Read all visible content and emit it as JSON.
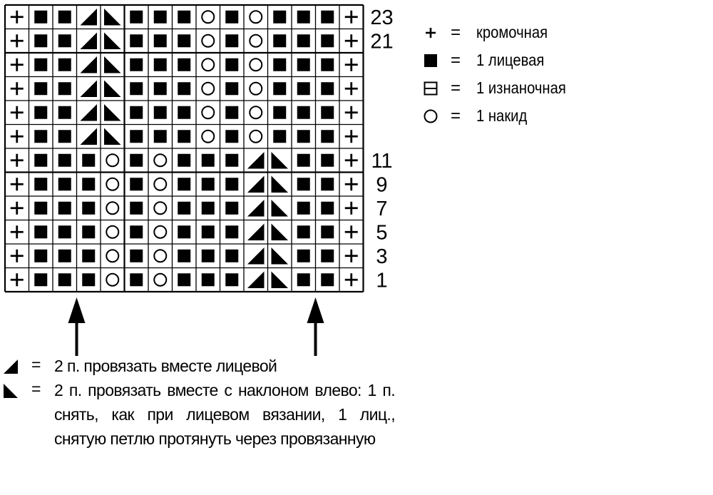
{
  "chart": {
    "grid": [
      [
        "edge",
        "knit",
        "knit",
        "k2tog",
        "ssk",
        "knit",
        "knit",
        "knit",
        "yo",
        "knit",
        "yo",
        "knit",
        "knit",
        "knit",
        "edge"
      ],
      [
        "edge",
        "knit",
        "knit",
        "k2tog",
        "ssk",
        "knit",
        "knit",
        "knit",
        "yo",
        "knit",
        "yo",
        "knit",
        "knit",
        "knit",
        "edge"
      ],
      [
        "edge",
        "knit",
        "knit",
        "k2tog",
        "ssk",
        "knit",
        "knit",
        "knit",
        "yo",
        "knit",
        "yo",
        "knit",
        "knit",
        "knit",
        "edge"
      ],
      [
        "edge",
        "knit",
        "knit",
        "k2tog",
        "ssk",
        "knit",
        "knit",
        "knit",
        "yo",
        "knit",
        "yo",
        "knit",
        "knit",
        "knit",
        "edge"
      ],
      [
        "edge",
        "knit",
        "knit",
        "k2tog",
        "ssk",
        "knit",
        "knit",
        "knit",
        "yo",
        "knit",
        "yo",
        "knit",
        "knit",
        "knit",
        "edge"
      ],
      [
        "edge",
        "knit",
        "knit",
        "k2tog",
        "ssk",
        "knit",
        "knit",
        "knit",
        "yo",
        "knit",
        "yo",
        "knit",
        "knit",
        "knit",
        "edge"
      ],
      [
        "edge",
        "knit",
        "knit",
        "knit",
        "yo",
        "knit",
        "yo",
        "knit",
        "knit",
        "knit",
        "k2tog",
        "ssk",
        "knit",
        "knit",
        "edge"
      ],
      [
        "edge",
        "knit",
        "knit",
        "knit",
        "yo",
        "knit",
        "yo",
        "knit",
        "knit",
        "knit",
        "k2tog",
        "ssk",
        "knit",
        "knit",
        "edge"
      ],
      [
        "edge",
        "knit",
        "knit",
        "knit",
        "yo",
        "knit",
        "yo",
        "knit",
        "knit",
        "knit",
        "k2tog",
        "ssk",
        "knit",
        "knit",
        "edge"
      ],
      [
        "edge",
        "knit",
        "knit",
        "knit",
        "yo",
        "knit",
        "yo",
        "knit",
        "knit",
        "knit",
        "k2tog",
        "ssk",
        "knit",
        "knit",
        "edge"
      ],
      [
        "edge",
        "knit",
        "knit",
        "knit",
        "yo",
        "knit",
        "yo",
        "knit",
        "knit",
        "knit",
        "k2tog",
        "ssk",
        "knit",
        "knit",
        "edge"
      ],
      [
        "edge",
        "knit",
        "knit",
        "knit",
        "yo",
        "knit",
        "yo",
        "knit",
        "knit",
        "knit",
        "k2tog",
        "ssk",
        "knit",
        "knit",
        "edge"
      ]
    ],
    "row_labels": [
      {
        "row": 0,
        "text": "23"
      },
      {
        "row": 1,
        "text": "21"
      },
      {
        "row": 6,
        "text": "11"
      },
      {
        "row": 7,
        "text": "9"
      },
      {
        "row": 8,
        "text": "7"
      },
      {
        "row": 9,
        "text": "5"
      },
      {
        "row": 10,
        "text": "3"
      },
      {
        "row": 11,
        "text": "1"
      }
    ],
    "arrows_at_columns": [
      3,
      13
    ]
  },
  "legend": [
    {
      "symbol": "edge",
      "eq": "=",
      "text": "кромочная"
    },
    {
      "symbol": "knit",
      "eq": "=",
      "text": "1 лицевая"
    },
    {
      "symbol": "purl",
      "eq": "=",
      "text": "1 изнаночная"
    },
    {
      "symbol": "yo",
      "eq": "=",
      "text": "1 накид"
    }
  ],
  "decreases": [
    {
      "symbol": "k2tog",
      "eq": "=",
      "text": "2 п. провязать вместе лицевой"
    },
    {
      "symbol": "ssk",
      "eq": "=",
      "text": "2 п. провязать вместе с наклоном влево: 1 п. снять, как при лицевом вязании, 1 лиц., снятую петлю протянуть через провязанную"
    }
  ]
}
